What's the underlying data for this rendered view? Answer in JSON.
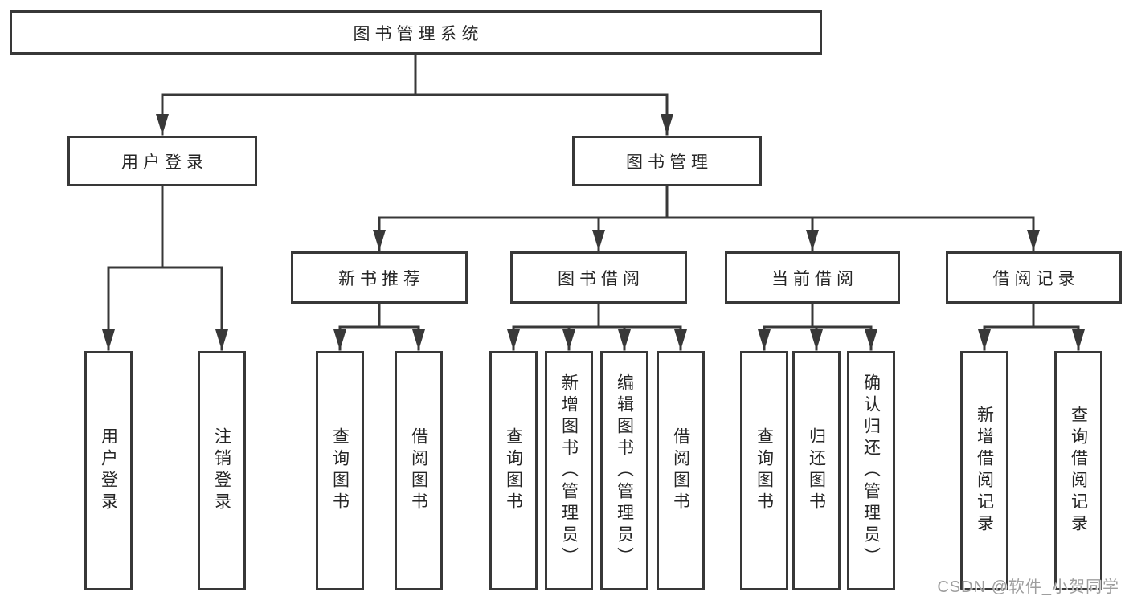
{
  "tree": {
    "root": "图书管理系统",
    "login": {
      "label": "用户登录",
      "leaves": [
        "用户登录",
        "注销登录"
      ]
    },
    "mgmt": {
      "label": "图书管理",
      "groups": [
        {
          "label": "新书推荐",
          "leaves": [
            "查询图书",
            "借阅图书"
          ]
        },
        {
          "label": "图书借阅",
          "leaves": [
            "查询图书",
            "新增图书（管理员）",
            "编辑图书（管理员）",
            "借阅图书"
          ]
        },
        {
          "label": "当前借阅",
          "leaves": [
            "查询图书",
            "归还图书",
            "确认归还（管理员）"
          ]
        },
        {
          "label": "借阅记录",
          "leaves": [
            "新增借阅记录",
            "查询借阅记录"
          ]
        }
      ]
    }
  },
  "watermark": {
    "text": "CSDN @软件_小贺同学"
  },
  "colors": {
    "line": "#383838",
    "box_border": "#383838",
    "text": "#262626",
    "background": "#ffffff",
    "watermark": "#9e9e9e"
  }
}
